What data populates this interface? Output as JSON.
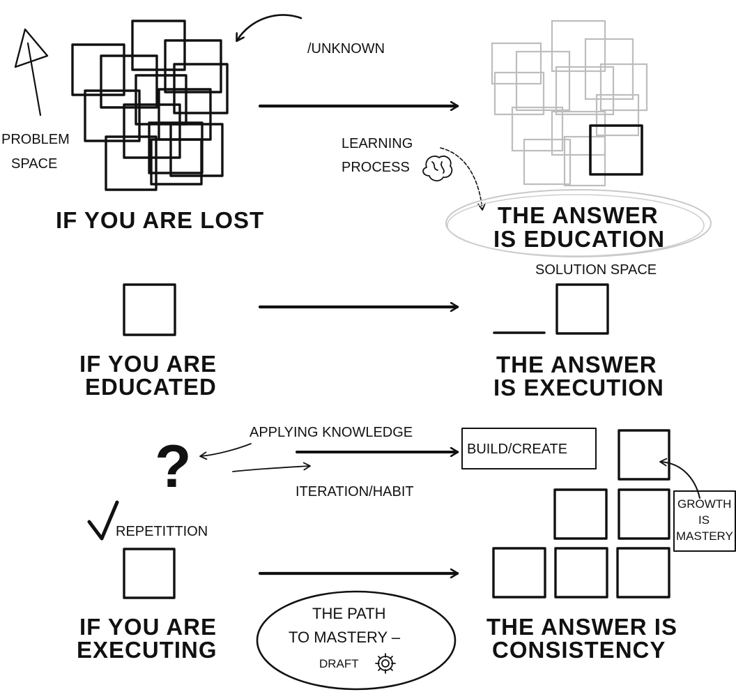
{
  "top": {
    "unknown_label": "/UNKNOWN",
    "problem_space_line1": "PROBLEM",
    "problem_space_line2": "SPACE",
    "lost_label": "IF YOU ARE LOST",
    "learning_line1": "LEARNING",
    "learning_line2": "PROCESS",
    "answer_line1": "THE ANSWER",
    "answer_line2": "IS EDUCATION",
    "solution_space": "SOLUTION SPACE"
  },
  "middle": {
    "educated_line1": "IF YOU ARE",
    "educated_line2": "EDUCATED",
    "answer_line1": "THE ANSWER",
    "answer_line2": "IS EXECUTION"
  },
  "bottom": {
    "question_mark": "?",
    "applying_knowledge": "APPLYING KNOWLEDGE",
    "iteration_habit": "ITERATION/HABIT",
    "build_create": "BUILD/CREATE",
    "growth_line1": "GROWTH",
    "growth_line2": "IS",
    "growth_line3": "MASTERY",
    "repetition": "REPETITTION",
    "executing_line1": "IF YOU ARE",
    "executing_line2": "EXECUTING",
    "path_line1": "THE PATH",
    "path_line2": "TO MASTERY –",
    "draft": "DRAFT",
    "answer_line1": "THE ANSWER IS",
    "answer_line2": "CONSISTENCY"
  },
  "icons": {
    "brain": "brain-icon",
    "gear": "gear-icon",
    "check": "checkmark-icon"
  }
}
